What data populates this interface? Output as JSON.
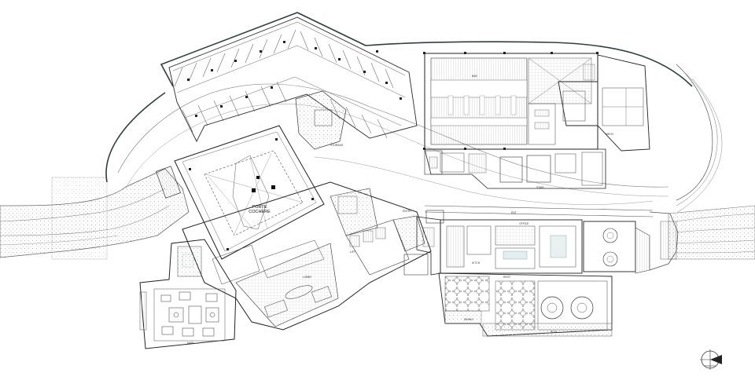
{
  "plan": {
    "porte_cochere_line1": "PORTE",
    "porte_cochere_line2": "COCHERE",
    "marked_labels": {
      "entry": "ENTRY",
      "main": "MAIN",
      "lobby": "LOBBY",
      "ent_2": "ENT",
      "rest": "REST",
      "kitch": "KITCH",
      "stair": "STAIR",
      "lift": "LIFT",
      "storage": "STORAGE",
      "mech": "MECH",
      "office": "OFFICE",
      "bar": "BAR",
      "dining": "DINING",
      "pool": "POOL"
    }
  },
  "colors": {
    "line": "#2a2a2a",
    "light_line": "#8a8a8a",
    "hatch": "#b8b8b8",
    "curve_wall": "#2e3f3f"
  },
  "icons": {
    "north_arrow": "compass-north-icon"
  }
}
